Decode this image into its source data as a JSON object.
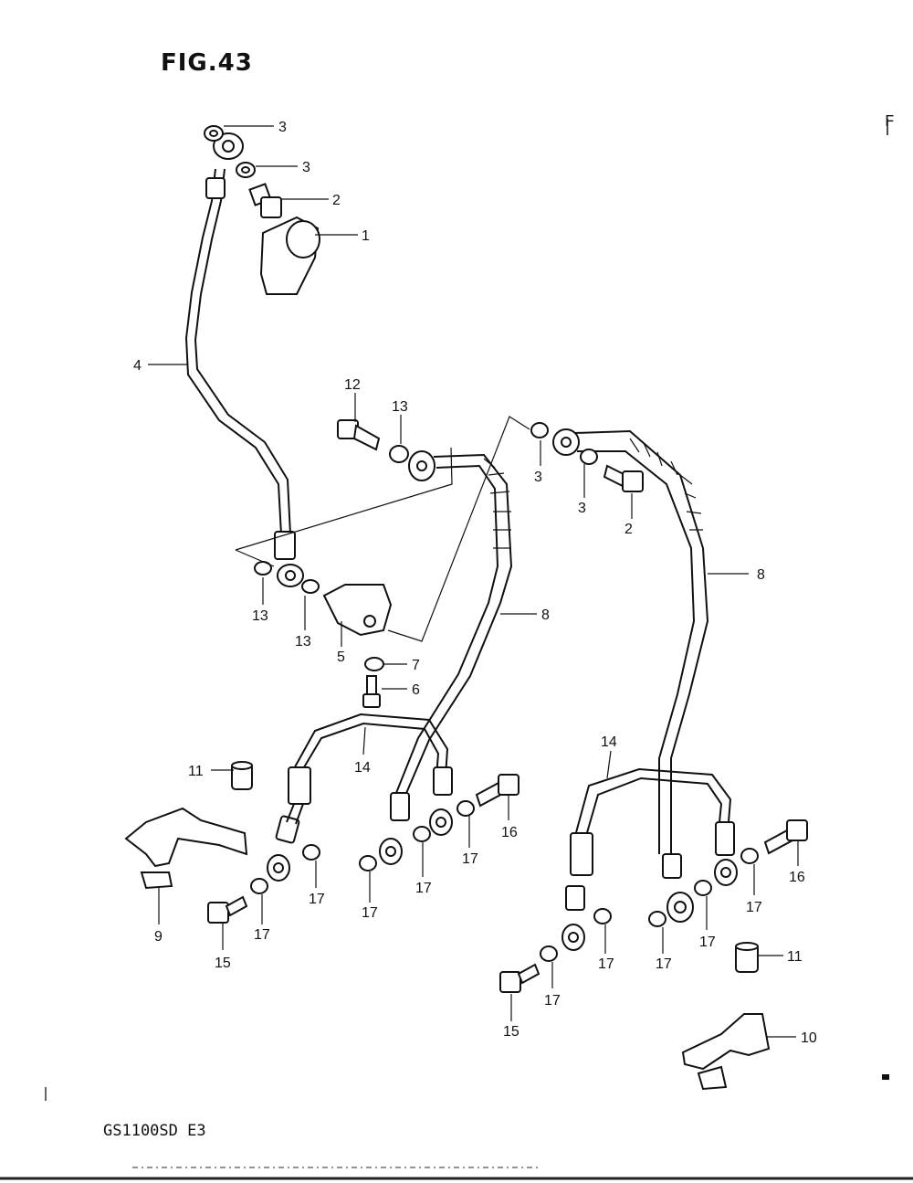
{
  "figure": {
    "title": "FIG.43",
    "model_code": "GS1100SD E3",
    "edge_mark": "F"
  },
  "callouts": {
    "c1": "1",
    "c2a": "2",
    "c2b": "2",
    "c3a": "3",
    "c3b": "3",
    "c3c": "3",
    "c3d": "3",
    "c4": "4",
    "c5": "5",
    "c6": "6",
    "c7": "7",
    "c8a": "8",
    "c8b": "8",
    "c9": "9",
    "c10": "10",
    "c11a": "11",
    "c11b": "11",
    "c12": "12",
    "c13a": "13",
    "c13b": "13",
    "c13c": "13",
    "c14a": "14",
    "c14b": "14",
    "c15a": "15",
    "c15b": "15",
    "c16a": "16",
    "c16b": "16",
    "c17a": "17",
    "c17b": "17",
    "c17c": "17",
    "c17d": "17",
    "c17e": "17",
    "c17f": "17",
    "c17g": "17",
    "c17h": "17",
    "c17i": "17",
    "c17j": "17"
  }
}
